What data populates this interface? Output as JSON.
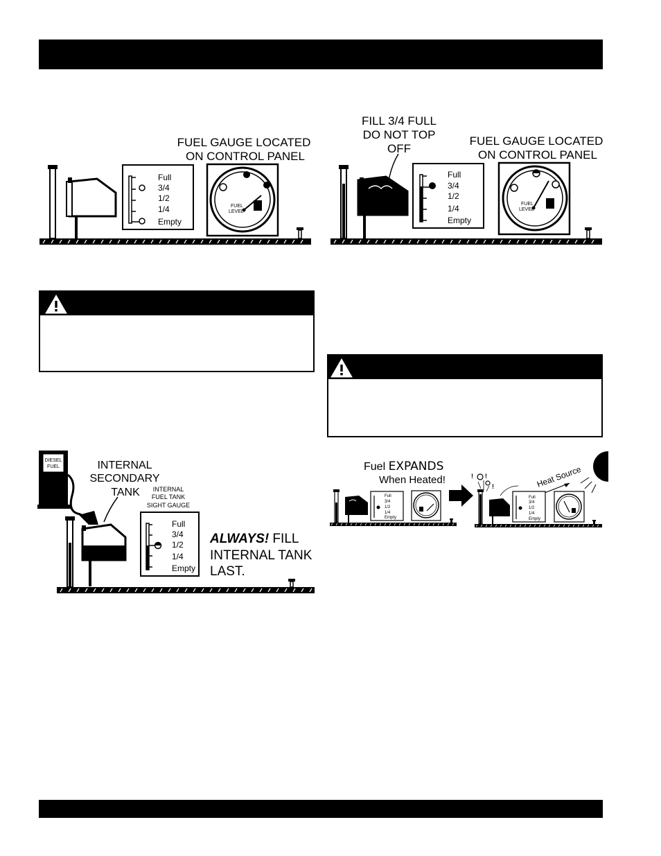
{
  "figure1": {
    "gauge_caption_line1": "FUEL GAUGE LOCATED",
    "gauge_caption_line2": "ON CONTROL PANEL",
    "sight_labels": [
      "Full",
      "3/4",
      "1/2",
      "1/4",
      "Empty"
    ],
    "dial_label_line1": "FUEL",
    "dial_label_line2": "LEVEL",
    "sight_level_fraction": 0.0
  },
  "figure2": {
    "fill_caption_line1": "FILL 3/4 FULL",
    "fill_caption_line2": "DO NOT TOP",
    "fill_caption_line3": "OFF",
    "gauge_caption_line1": "FUEL GAUGE LOCATED",
    "gauge_caption_line2": "ON CONTROL PANEL",
    "sight_labels": [
      "Full",
      "3/4",
      "1/2",
      "1/4",
      "Empty"
    ],
    "dial_label_line1": "FUEL",
    "dial_label_line2": "LEVEL",
    "sight_level_fraction": 0.75
  },
  "figure3": {
    "pump_label_line1": "DIESEL",
    "pump_label_line2": "FUEL",
    "tank_caption_line1": "INTERNAL",
    "tank_caption_line2": "SECONDARY",
    "tank_caption_line3": "TANK",
    "sight_caption_line1": "INTERNAL",
    "sight_caption_line2": "FUEL TANK",
    "sight_caption_line3": "SIGHT GAUGE",
    "sight_labels": [
      "Full",
      "3/4",
      "1/2",
      "1/4",
      "Empty"
    ],
    "always_emph": "ALWAYS!",
    "always_rest": " FILL",
    "always_line2": "INTERNAL TANK",
    "always_line3": "LAST.",
    "sight_level_fraction": 0.5
  },
  "figure4": {
    "fuel_word": "Fuel ",
    "expands_word": "EXPANDS",
    "when_heated": "When Heated!",
    "heat_source": "Heat Source",
    "sight_labels": [
      "Full",
      "3/4",
      "1/2",
      "1/4",
      "Empty"
    ]
  },
  "colors": {
    "ink": "#000000",
    "paper": "#ffffff"
  }
}
